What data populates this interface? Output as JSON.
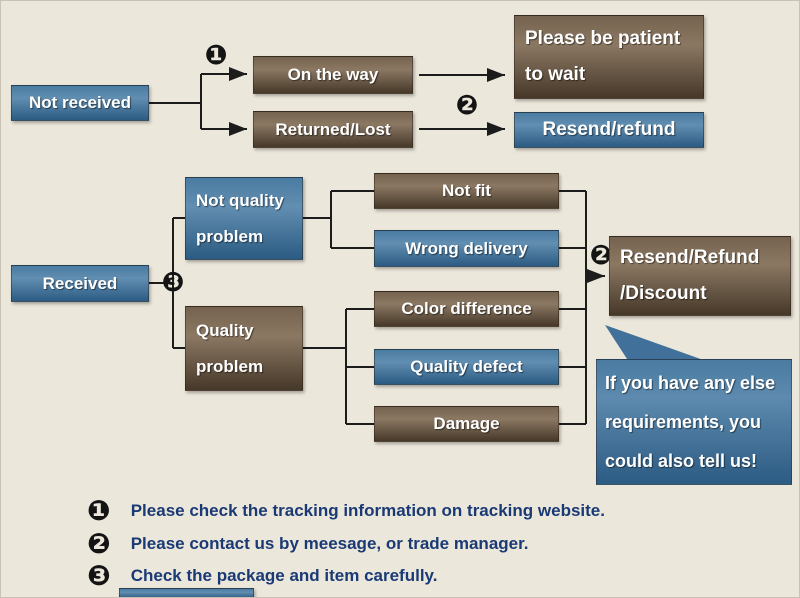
{
  "colors": {
    "background": "#ece7db",
    "blue_box": "#336a93",
    "brown_box": "#5e4d3b",
    "legend_text": "#1a3a75",
    "line": "#1c1c1c"
  },
  "nodes": {
    "not_received": "Not received",
    "on_the_way": "On the way",
    "returned_lost": "Returned/Lost",
    "be_patient": {
      "line1": "Please be patient",
      "line2": "to wait"
    },
    "resend_refund": "Resend/refund",
    "received": "Received",
    "not_quality_problem": {
      "line1": "Not quality",
      "line2": "problem"
    },
    "quality_problem": {
      "line1": "Quality",
      "line2": "problem"
    },
    "not_fit": "Not fit",
    "wrong_delivery": "Wrong delivery",
    "color_difference": "Color difference",
    "quality_defect": "Quality defect",
    "damage": "Damage",
    "resend_refund_discount": {
      "line1": "Resend/Refund",
      "line2": "/Discount"
    }
  },
  "bubble": {
    "line1": "If you have any else",
    "line2": "requirements, you",
    "line3": "could also tell us!"
  },
  "markers": {
    "one": "❶",
    "two": "❷",
    "three": "❸"
  },
  "legend": {
    "items": [
      {
        "num": "❶",
        "text": "Please check the tracking information on tracking website."
      },
      {
        "num": "❷",
        "text": "Please contact us by meesage, or trade manager."
      },
      {
        "num": "❸",
        "text": "Check the package and item carefully."
      }
    ]
  }
}
